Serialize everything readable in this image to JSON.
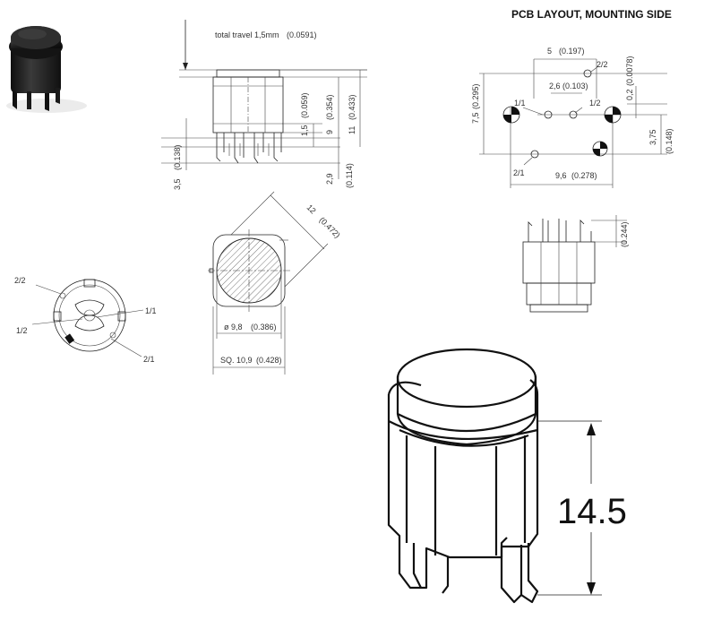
{
  "title": "PCB LAYOUT, MOUNTING SIDE",
  "side_view": {
    "travel": "total travel 1,5mm",
    "travel_in": "(0.0591)",
    "d_1_5": "1,5",
    "d_0059": "(0.059)",
    "d_9": "9",
    "d_0354": "(0.354)",
    "d_11": "11",
    "d_0433": "(0.433)",
    "d_3_5": "3,5",
    "d_0138": "(0.138)",
    "d_2_9": "2,9",
    "d_0114": "(0.114)"
  },
  "pcb_layout": {
    "d_5": "5",
    "d_0197": "(0.197)",
    "d_2_6": "2,6",
    "d_0103": "(0.103)",
    "d_0_2": "0,2",
    "d_00078": "(0.0078)",
    "d_7_5": "7,5",
    "d_0295": "(0.295)",
    "d_3_75": "3,75",
    "d_0148": "(0.148)",
    "d_9_6": "9,6",
    "d_0278": "(0.278)",
    "p_1_1": "1/1",
    "p_1_2": "1/2",
    "p_2_1": "2/1",
    "p_2_2": "2/2"
  },
  "top_view": {
    "d_12": "12",
    "d_0472": "(0.472)",
    "d_phi": "ø 9,8",
    "d_0386": "(0.386)",
    "d_sq": "SQ.  10,9",
    "d_0428": "(0.428)"
  },
  "bottom_view": {
    "p_2_2": "2/2",
    "p_1_1": "1/1",
    "p_1_2": "1/2",
    "p_2_1": "2/1"
  },
  "small_side": {
    "d_0244": "(0.244)"
  },
  "iso": {
    "height": "14.5"
  }
}
